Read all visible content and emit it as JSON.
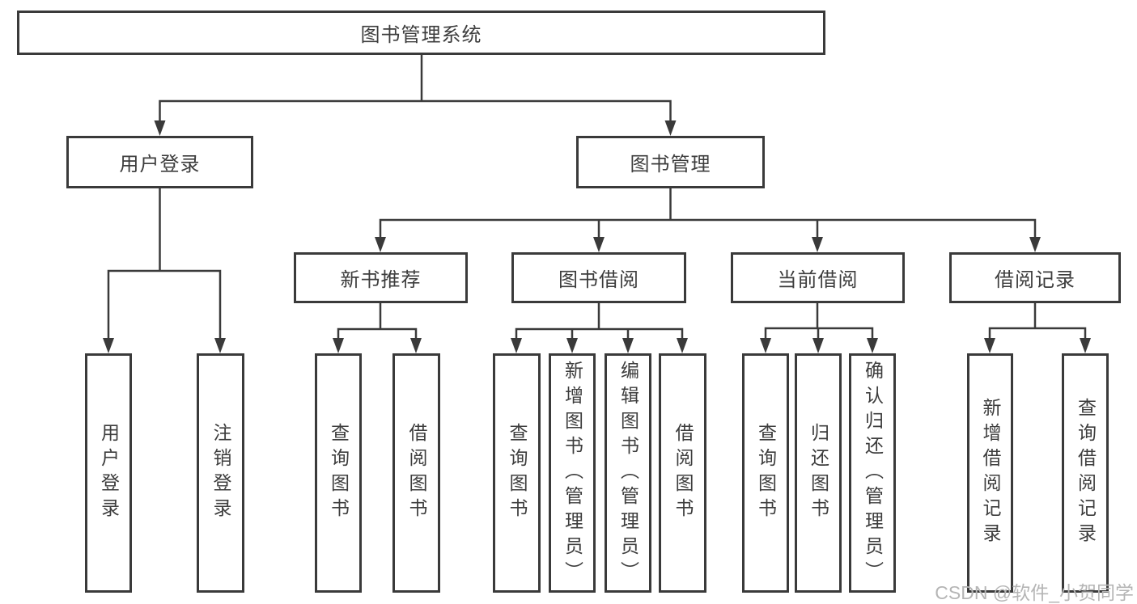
{
  "diagram": {
    "title": "图书管理系统",
    "root": {
      "label": "图书管理系统"
    },
    "level2": [
      {
        "label": "用户登录"
      },
      {
        "label": "图书管理"
      }
    ],
    "level3": [
      {
        "label": "新书推荐"
      },
      {
        "label": "图书借阅"
      },
      {
        "label": "当前借阅"
      },
      {
        "label": "借阅记录"
      }
    ],
    "leaves": [
      {
        "group": "用户登录",
        "label": "用户登录"
      },
      {
        "group": "用户登录",
        "label": "注销登录"
      },
      {
        "group": "新书推荐",
        "label": "查询图书"
      },
      {
        "group": "新书推荐",
        "label": "借阅图书"
      },
      {
        "group": "图书借阅",
        "label": "查询图书"
      },
      {
        "group": "图书借阅",
        "label": "新增图书（管理员）"
      },
      {
        "group": "图书借阅",
        "label": "编辑图书（管理员）"
      },
      {
        "group": "图书借阅",
        "label": "借阅图书"
      },
      {
        "group": "当前借阅",
        "label": "查询图书"
      },
      {
        "group": "当前借阅",
        "label": "归还图书"
      },
      {
        "group": "当前借阅",
        "label": "确认归还（管理员）"
      },
      {
        "group": "借阅记录",
        "label": "新增借阅记录"
      },
      {
        "group": "借阅记录",
        "label": "查询借阅记录"
      }
    ],
    "watermark": {
      "text": "CSDN @软件_小贺同学"
    },
    "colors": {
      "line": "#3a3a3a",
      "border": "#3a3a3a",
      "text": "#3d3d3d",
      "watermark": "#b5b5b5",
      "background": "#ffffff"
    }
  }
}
